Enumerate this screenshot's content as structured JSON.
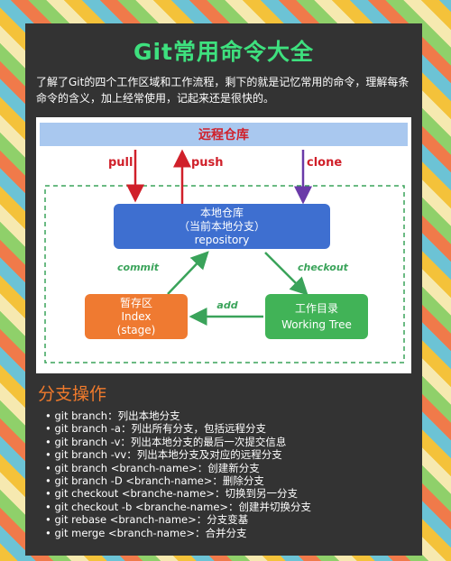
{
  "title": "Git常用命令大全",
  "intro": "了解了Git的四个工作区域和工作流程，剩下的就是记忆常用的命令，理解每条命令的含义，加上经常使用，记起来还是很快的。",
  "diagram": {
    "remote": "远程仓库",
    "pull": "pull",
    "push": "push",
    "clone": "clone",
    "local_line1": "本地仓库",
    "local_line2": "（当前本地分支）",
    "local_line3": "repository",
    "commit": "commit",
    "checkout": "checkout",
    "add": "add",
    "stage_line1": "暂存区",
    "stage_line2": "Index",
    "stage_line3": "(stage)",
    "work_line1": "工作目录",
    "work_line2": "Working Tree"
  },
  "section_title": "分支操作",
  "commands": [
    "git branch：列出本地分支",
    "git branch -a：列出所有分支，包括远程分支",
    "git branch -v：列出本地分支的最后一次提交信息",
    "git branch -vv：列出本地分支及对应的远程分支",
    "git branch <branch-name>：创建新分支",
    "git branch -D <branch-name>：删除分支",
    "git checkout <branche-name>：切换到另一分支",
    "git checkout -b <branche-name>：创建并切换分支",
    "git rebase <branch-name>：分支变基",
    "git merge <branch-name>：合并分支"
  ],
  "colors": {
    "title": "#3ee07e",
    "remote_bar": "#a9c8ef",
    "local_box": "#3e6fd0",
    "stage_box": "#ef7a31",
    "work_box": "#41b357",
    "pull_arrow": "#d0202a",
    "clone_arrow": "#6a3aa8",
    "flow_arrow": "#3aa35a",
    "section": "#f07a2c"
  }
}
